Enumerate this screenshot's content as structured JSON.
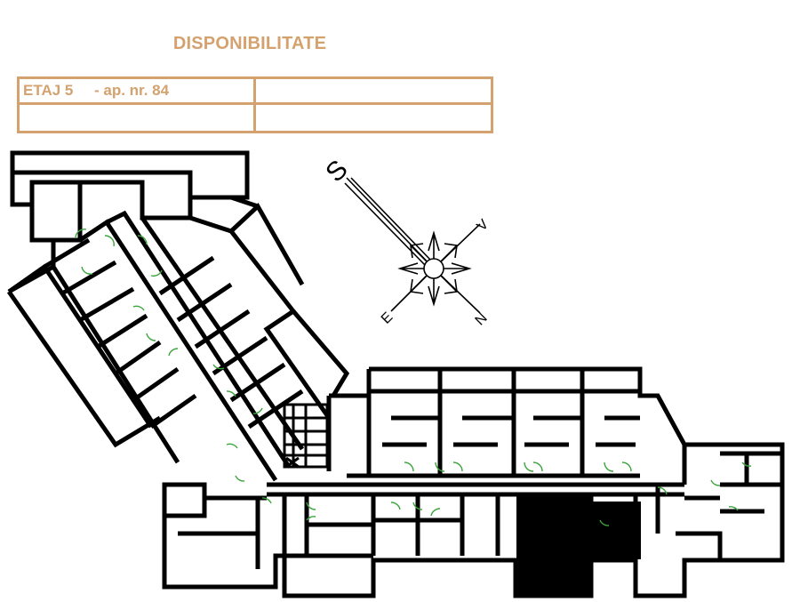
{
  "header": {
    "title": "DISPONIBILITATE"
  },
  "availability_table": {
    "rows": [
      [
        "ETAJ 5     - ap. nr. 84",
        ""
      ],
      [
        "",
        ""
      ]
    ]
  },
  "compass": {
    "labels": {
      "south": "S",
      "north": "N",
      "east": "E",
      "west": "V"
    }
  },
  "colors": {
    "accent": "#d4a26f",
    "walls": "#000000",
    "door_swings": "#3aa53a",
    "background": "#ffffff"
  }
}
